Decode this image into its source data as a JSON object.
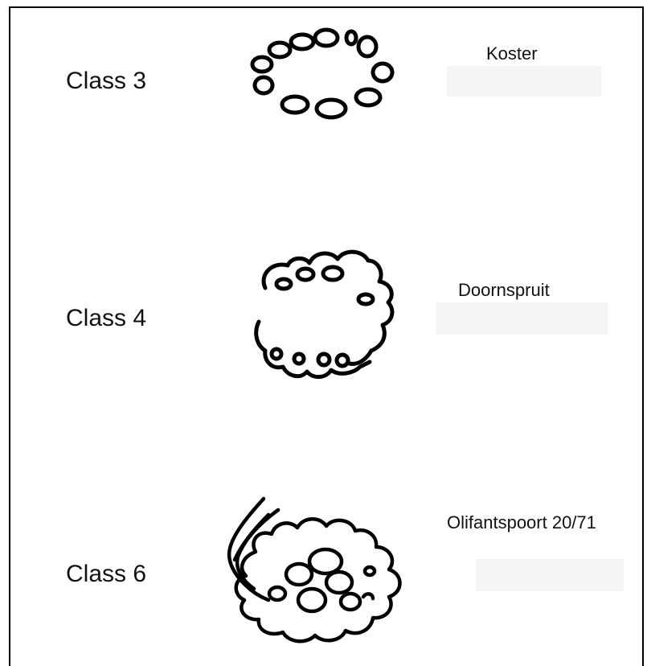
{
  "rows": [
    {
      "class_label": "Class 3",
      "site_label": "Koster",
      "drawing_icon": "oval-ring-of-beads-icon"
    },
    {
      "class_label": "Class 4",
      "site_label": "Doornspruit",
      "drawing_icon": "curly-ring-icon"
    },
    {
      "class_label": "Class 6",
      "site_label": "Olifantspoort 20/71",
      "drawing_icon": "scalloped-cluster-with-tail-icon"
    }
  ]
}
